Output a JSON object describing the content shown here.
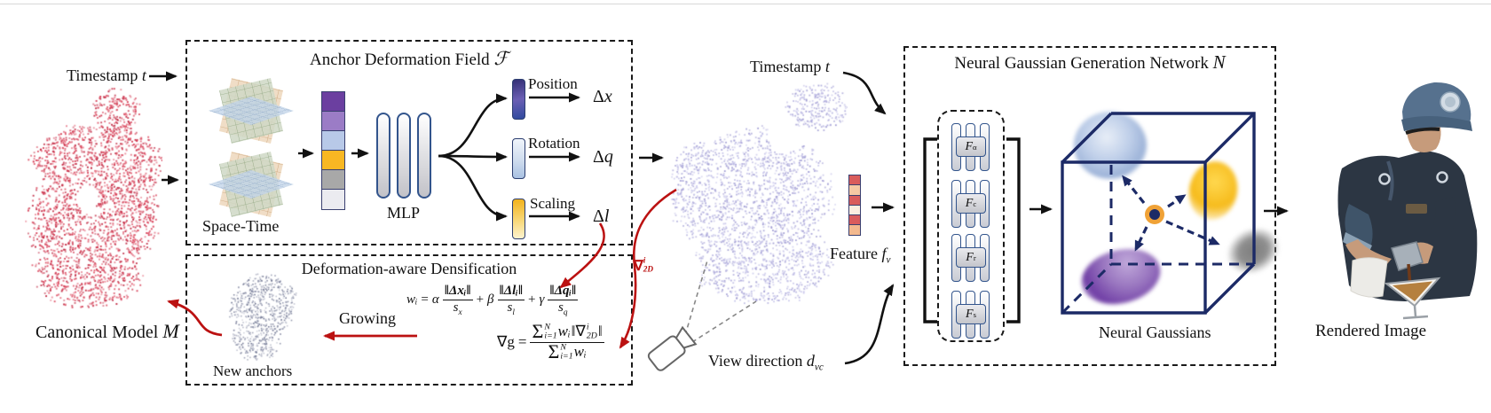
{
  "colors": {
    "canonical_cloud": "#d63a52",
    "deformed_cloud": "#b3b0de",
    "anchor_cloud": "#8f94ab",
    "red_accent": "#bb1111",
    "cube_navy": "#1c2a66",
    "anchor_ring_orange": "#f0a237",
    "purple_vector_cells": [
      "#6b3fa0",
      "#9b7cc6",
      "#b8c9e8",
      "#f8b723",
      "#a8a8a8",
      "#ebebf0"
    ],
    "red_vector_cells": [
      "#d95c5c",
      "#f5c9a4",
      "#d95c5c",
      "#fbeee0",
      "#d95c5c",
      "#f3b98e"
    ],
    "gaussian_blobs": {
      "blue": "#aec3e6",
      "yellow": "#f5b91e",
      "gray": "#8a8a8a",
      "purple": "#7a44a8"
    }
  },
  "left": {
    "timestamp_label": "Timestamp",
    "timestamp_var": "t",
    "canonical_label": "Canonical Model",
    "canonical_var": "M"
  },
  "adf": {
    "title": "Anchor Deformation Field",
    "title_var": "ℱ",
    "space_time_label": "Space-Time",
    "mlp_label": "MLP",
    "outputs": [
      {
        "label": "Position",
        "delta": "Δ",
        "var": "x"
      },
      {
        "label": "Rotation",
        "delta": "Δ",
        "var": "q"
      },
      {
        "label": "Scaling",
        "delta": "Δ",
        "var": "l"
      }
    ]
  },
  "densification": {
    "title": "Deformation-aware Densification",
    "growing_label": "Growing",
    "new_anchors_label": "New anchors",
    "w_formula": {
      "lhs": "wᵢ",
      "eq": "=",
      "terms": [
        {
          "coef": "α",
          "num": "‖Δxᵢ‖",
          "den_base": "s",
          "den_sub": "x",
          "plus": "+"
        },
        {
          "coef": "β",
          "num": "‖Δlᵢ‖",
          "den_base": "s",
          "den_sub": "l",
          "plus": "+"
        },
        {
          "coef": "γ",
          "num": "‖Δqᵢ‖",
          "den_base": "s",
          "den_sub": "q",
          "plus": ""
        }
      ]
    },
    "g_formula": {
      "lhs": "∇g",
      "eq": "=",
      "num_sigma": "Σ",
      "num_sup": "N",
      "num_sub": "i=1",
      "num_w": "wᵢ",
      "norm_open": "‖∇",
      "nabla_sup": "i",
      "nabla_sub": "2D",
      "norm_close": "‖",
      "den_sigma": "Σ",
      "den_sup": "N",
      "den_sub": "i=1",
      "den_w": "wᵢ"
    },
    "grad2d_label": {
      "nabla": "∇",
      "sup": "i",
      "sub": "2D"
    }
  },
  "middle": {
    "timestamp_label": "Timestamp",
    "timestamp_var": "t",
    "feature_label": "Feature",
    "feature_var": "f",
    "feature_var_sub": "v",
    "view_label": "View direction",
    "view_var": "d",
    "view_var_sub": "vc"
  },
  "nggn": {
    "title": "Neural Gaussian Generation Network",
    "title_var": "N",
    "heads": [
      {
        "base": "F",
        "sub": "α"
      },
      {
        "base": "F",
        "sub": "c"
      },
      {
        "base": "F",
        "sub": "r"
      },
      {
        "base": "F",
        "sub": "s"
      }
    ],
    "neural_gaussians_label": "Neural Gaussians"
  },
  "right": {
    "rendered_image_label": "Rendered Image"
  }
}
